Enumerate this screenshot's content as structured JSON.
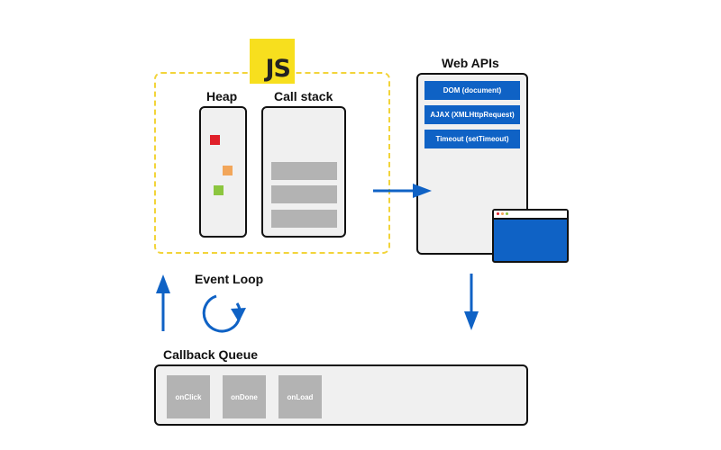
{
  "js_logo": "JS",
  "heap": {
    "label": "Heap",
    "objects": [
      {
        "color": "#e0202a"
      },
      {
        "color": "#f2a65a"
      },
      {
        "color": "#8cc63f"
      }
    ]
  },
  "call_stack": {
    "label": "Call stack",
    "frame_count": 3
  },
  "web_apis": {
    "label": "Web APIs",
    "items": [
      "DOM (document)",
      "AJAX (XMLHttpRequest)",
      "Timeout (setTimeout)"
    ]
  },
  "event_loop": {
    "label": "Event Loop"
  },
  "callback_queue": {
    "label": "Callback Queue",
    "items": [
      "onClick",
      "onDone",
      "onLoad"
    ]
  },
  "colors": {
    "accent_blue": "#0f62c5",
    "js_yellow": "#f7df1e",
    "dashed_border": "#f2d43a",
    "frame_gray": "#b3b3b3",
    "panel_bg": "#f0f0f0"
  },
  "icons": {
    "browser": "browser-window-icon",
    "loop": "circular-arrow-icon"
  }
}
